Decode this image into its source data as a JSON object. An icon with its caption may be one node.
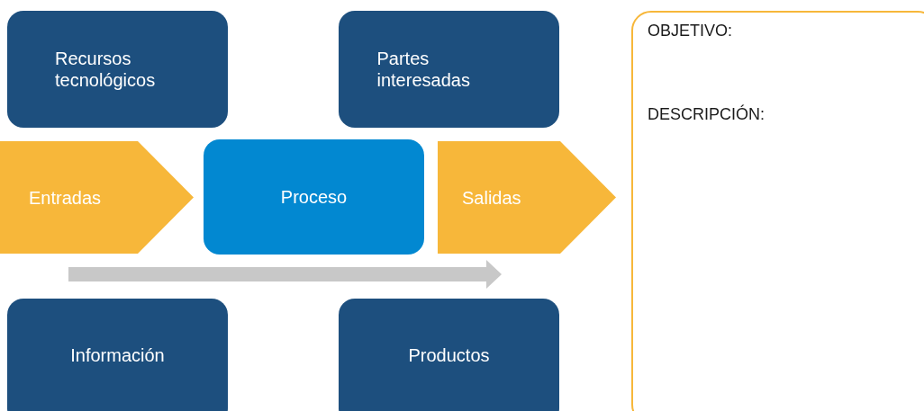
{
  "diagram": {
    "nodes": [
      {
        "text": [
          "Recursos tecnológicos"
        ]
      },
      {
        "text": [
          "Partes interesadas"
        ]
      },
      {
        "text": [
          "Entradas"
        ]
      },
      {
        "text": [
          "Proceso"
        ]
      },
      {
        "text": [
          "Salidas"
        ]
      },
      {
        "text": [
          "Información"
        ]
      },
      {
        "text": [
          "Productos"
        ]
      },
      {
        "text": [
          "OBJETIVO:",
          "DESCRIPCIÓN:"
        ]
      }
    ]
  }
}
